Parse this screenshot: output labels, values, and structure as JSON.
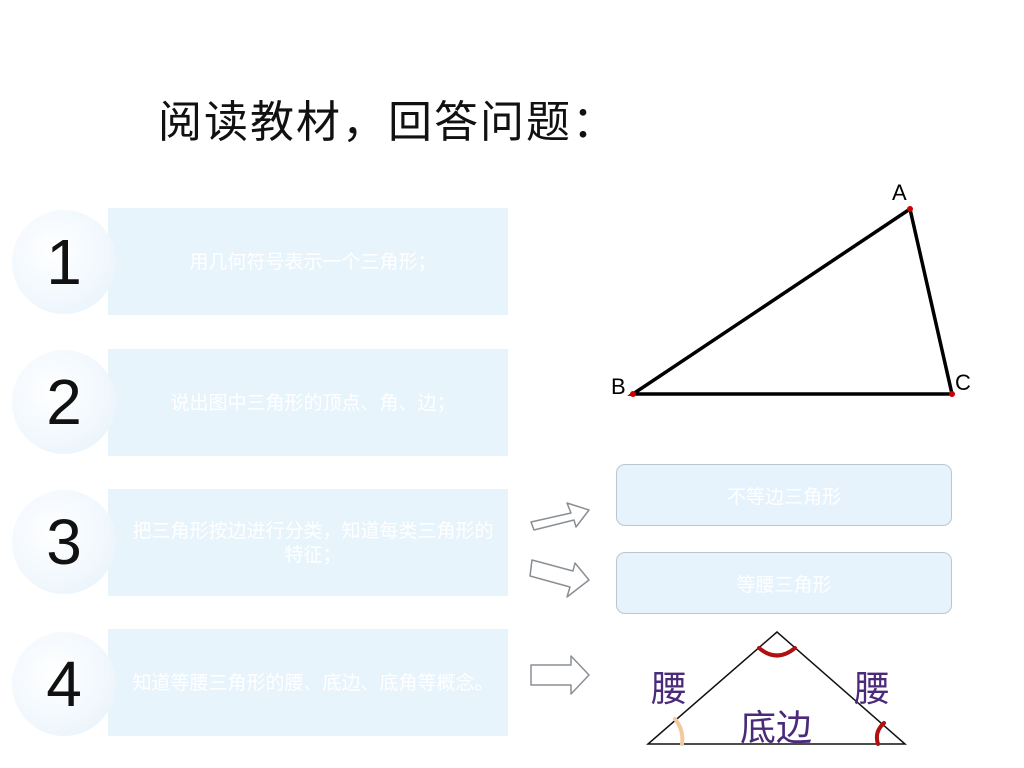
{
  "title": "阅读教材，回答问题：",
  "items": [
    {
      "number": "1",
      "text": "用几何符号表示一个三角形；"
    },
    {
      "number": "2",
      "text": "说出图中三角形的顶点、角、边；"
    },
    {
      "number": "3",
      "text": "把三角形按边进行分类，知道每类三角形的特征；"
    },
    {
      "number": "4",
      "text": "知道等腰三角形的腰、底边、底角等概念。"
    }
  ],
  "triangle": {
    "vertex_a": "A",
    "vertex_b": "B",
    "vertex_c": "C"
  },
  "types": [
    "不等边三角形",
    "等腰三角形"
  ],
  "isosceles": {
    "leg_left": "腰",
    "leg_right": "腰",
    "base": "底边"
  },
  "colors": {
    "panel_bg": "#e8f4fc",
    "point_red": "#cc0000",
    "angle_red": "#b01010",
    "angle_peach": "#f3c9a0",
    "label_purple": "#4b2a7a"
  }
}
